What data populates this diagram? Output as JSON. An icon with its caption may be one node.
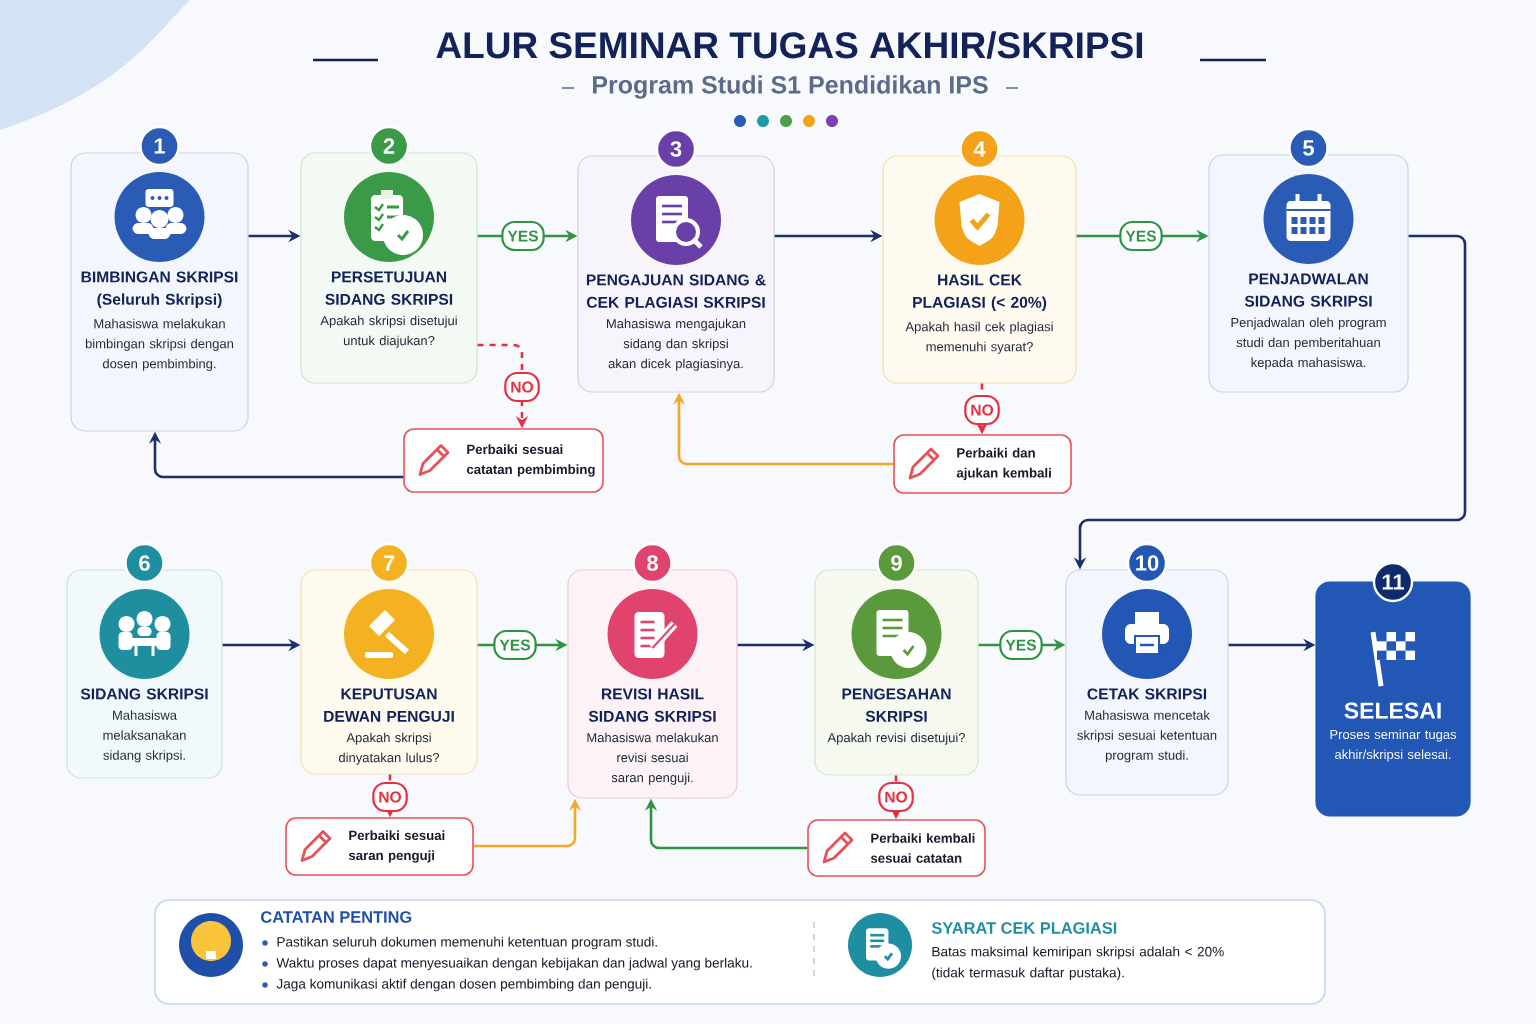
{
  "diagram": {
    "title": "ALUR SEMINAR TUGAS AKHIR/SKRIPSI",
    "nodes": [
      {
        "text": [
          "1",
          "BIMBINGAN SKRIPSI (Seluruh Skripsi)",
          "Mahasiswa melakukan bimbingan skripsi dengan dosen pembimbing."
        ]
      },
      {
        "text": [
          "2",
          "PERSETUJUAN SIDANG SKRIPSI",
          "Apakah skripsi disetujui untuk diajukan?"
        ]
      },
      {
        "text": [
          "Perbaiki sesuai catatan pembimbing"
        ]
      },
      {
        "text": [
          "3",
          "PENGAJUAN SIDANG & CEK PLAGIASI SKRIPSI",
          "Mahasiswa mengajukan sidang dan skripsi akan dicek plagiasinya."
        ]
      },
      {
        "text": [
          "4",
          "HASIL CEK PLAGIASI (< 20%)",
          "Apakah hasil cek plagiasi memenuhi syarat?"
        ]
      },
      {
        "text": [
          "Perbaiki dan ajukan kembali"
        ]
      },
      {
        "text": [
          "5",
          "PENJADWALAN SIDANG SKRIPSI",
          "Penjadwalan oleh program studi dan pemberitahuan kepada mahasiswa."
        ]
      },
      {
        "text": [
          "6",
          "SIDANG SKRIPSI",
          "Mahasiswa melaksanakan sidang skripsi."
        ]
      },
      {
        "text": [
          "7",
          "KEPUTUSAN DEWAN PENGUJI",
          "Apakah skripsi dinyatakan lulus?"
        ]
      },
      {
        "text": [
          "Perbaiki sesuai saran penguji"
        ]
      },
      {
        "text": [
          "8",
          "REVISI HASIL SIDANG SKRIPSI",
          "Mahasiswa melakukan revisi sesuai saran penguji."
        ]
      },
      {
        "text": [
          "9",
          "PENGESAHAN SKRIPSI",
          "Apakah revisi disetujui?"
        ]
      },
      {
        "text": [
          "Perbaiki kembali sesuai catatan"
        ]
      },
      {
        "text": [
          "10",
          "CETAK SKRIPSI",
          "Mahasiswa mencetak skripsi sesuai ketentuan program studi."
        ]
      },
      {
        "text": [
          "11",
          "SELESAI",
          "Proses seminar tugas akhir/skripsi selesai."
        ]
      },
      {
        "text": [
          "CATATAN PENTING",
          "Pastikan seluruh dokumen memenuhi ketentuan program studi.",
          "Waktu proses dapat menyesuaikan dengan kebijakan dan jadwal yang berlaku.",
          "Jaga komunikasi aktif dengan dosen pembimbing dan penguji.",
          "SYARAT CEK PLAGIASI",
          "Batas maksimal kemiripan skripsi adalah < 20% (tidak termasuk daftar pustaka)."
        ]
      }
    ],
    "edges": [
      {
        "from": 0,
        "to": 1,
        "arrow": "to"
      },
      {
        "from": 1,
        "to": 3,
        "arrow": "to",
        "label": "YES",
        "color": "#2e9444"
      },
      {
        "from": 1,
        "to": 2,
        "arrow": "to",
        "label": "NO",
        "style": "dashed",
        "color": "#e53040"
      },
      {
        "from": 2,
        "to": 0,
        "arrow": "to"
      },
      {
        "from": 3,
        "to": 4,
        "arrow": "to"
      },
      {
        "from": 4,
        "to": 6,
        "arrow": "to",
        "label": "YES",
        "color": "#2e9444"
      },
      {
        "from": 4,
        "to": 5,
        "arrow": "to",
        "label": "NO",
        "style": "dashed",
        "color": "#e53040"
      },
      {
        "from": 5,
        "to": 3,
        "arrow": "to",
        "color": "#f3a72a"
      },
      {
        "from": 6,
        "to": 13,
        "arrow": "to"
      },
      {
        "from": 7,
        "to": 8,
        "arrow": "to"
      },
      {
        "from": 8,
        "to": 10,
        "arrow": "to",
        "label": "YES",
        "color": "#2e9444"
      },
      {
        "from": 8,
        "to": 9,
        "arrow": "to",
        "label": "NO",
        "style": "dashed",
        "color": "#e53040"
      },
      {
        "from": 9,
        "to": 10,
        "arrow": "to",
        "color": "#f3a72a"
      },
      {
        "from": 10,
        "to": 11,
        "arrow": "to"
      },
      {
        "from": 11,
        "to": 13,
        "arrow": "to",
        "label": "YES",
        "color": "#2e9444"
      },
      {
        "from": 11,
        "to": 12,
        "arrow": "to",
        "label": "NO",
        "style": "dashed",
        "color": "#e53040"
      },
      {
        "from": 12,
        "to": 10,
        "arrow": "to",
        "color": "#2e9444"
      },
      {
        "from": 13,
        "to": 14,
        "arrow": "to"
      }
    ],
    "labels": [
      "Program Studi S1 Pendidikan IPS"
    ]
  }
}
